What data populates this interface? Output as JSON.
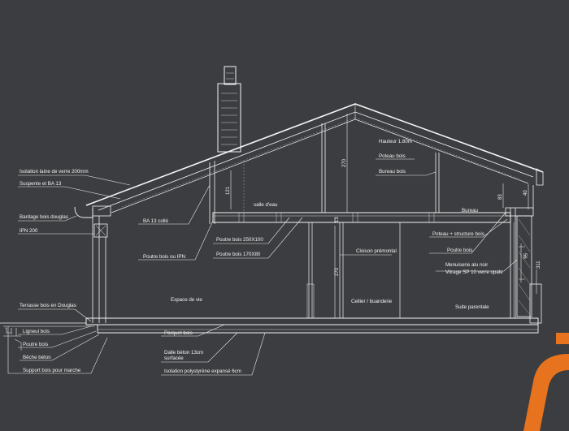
{
  "labels": {
    "isolation_laine": "Isolation laine de verre 200mm",
    "suspente_ba13": "Suspente et BA 13",
    "bardage": "Bardage bois douglas",
    "ipn200": "IPN 200",
    "terrasse": "Terrasse bois en Douglas",
    "ligneul": "Ligneul bois",
    "poutre_bois_left": "Poutre bois",
    "beche": "Bêche béton",
    "support_marche": "Support bois pour marche",
    "ba13_colle": "BA 13 collé",
    "poutre_ipn": "Poutre bois ou IPN",
    "poutre_250": "Poutre bois 250X100",
    "poutre_170": "Poutre bois 170X80",
    "espace_vie": "Espace de vie",
    "salle_eau": "salle d'eau",
    "hauteur": "Hauteur 1.80m",
    "poteau_bois": "Poteau bois",
    "bureau_bois": "Bureau bois",
    "bureau": "Bureau",
    "poteau_structure": "Poteau + structure bois",
    "poutre_bois_right": "Poutre bois",
    "menuiserie": "Menuiserie alu noir",
    "vitrage": "Vitrage SP 10 verre opale",
    "cloison": "Cloison prémontal",
    "cellier": "Cellier / buanderie",
    "suite": "Suite parentale",
    "parquet": "Parquet bois",
    "dalle1": "Dalle béton 13cm",
    "dalle2": "surfacée",
    "isolation_poly": "Isolation polystyrène expansé 6cm"
  },
  "dimensions": {
    "d270_top": "270",
    "d121": "121",
    "d83": "83",
    "d40": "40",
    "d13": "13",
    "d270_bottom": "270",
    "d56": "56",
    "d311": "311"
  },
  "colors": {
    "background": "#3c3d40",
    "line": "#f4f4f4",
    "accent": "#e8731e"
  },
  "icons": {
    "logo": "orange-bracket-logo"
  }
}
